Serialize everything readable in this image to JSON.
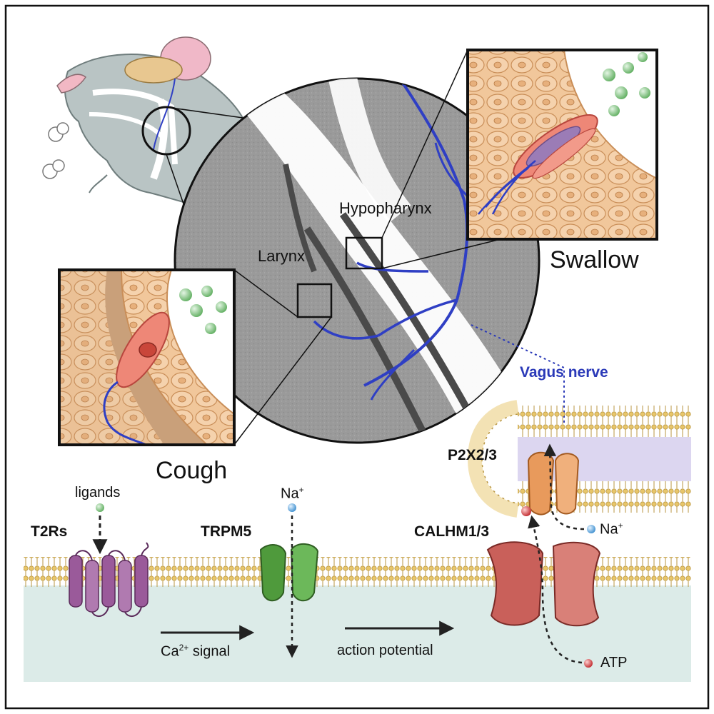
{
  "labels": {
    "hypopharynx": "Hypopharynx",
    "larynx": "Larynx",
    "swallow": "Swallow",
    "cough": "Cough",
    "vagus_nerve": "Vagus nerve",
    "p2x": "P2X2/3",
    "ligands": "ligands",
    "t2rs": "T2Rs",
    "trpm5": "TRPM5",
    "na_top_base": "Na",
    "na_top_sup": "+",
    "calhm": "CALHM1/3",
    "na_right_base": "Na",
    "na_right_sup": "+",
    "ca_base": "Ca",
    "ca_sup": "2+",
    "ca_rest": " signal",
    "action_potential": "action potential",
    "atp": "ATP"
  },
  "colors": {
    "nerve": "#2f3fc4",
    "epithelium": "#f1c79b",
    "chemosensory_cell": "#ee8777",
    "ligand": "#7cc07c",
    "t2r": "#9a5a9a",
    "trpm5": "#4f9a3c",
    "calhm": "#c9605a",
    "p2x": "#e89a5c",
    "membrane": "#e8c66a"
  }
}
